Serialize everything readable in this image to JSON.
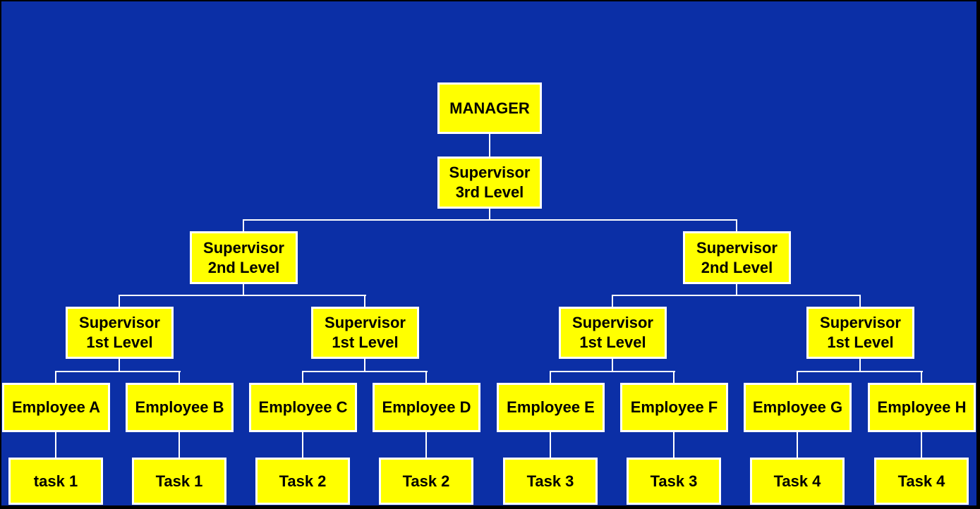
{
  "diagram": {
    "type": "org-chart",
    "colors": {
      "background": "#0B2FA6",
      "node_fill": "#FFFF00",
      "node_border": "#FFFFFF",
      "connector": "#FFFFFF",
      "text": "#000000",
      "frame": "#000000"
    },
    "nodes": {
      "manager": "MANAGER",
      "supervisor_level3": "Supervisor\n3rd Level",
      "supervisor_level2": [
        "Supervisor\n2nd Level",
        "Supervisor\n2nd Level"
      ],
      "supervisor_level1": [
        "Supervisor\n1st Level",
        "Supervisor\n1st Level",
        "Supervisor\n1st Level",
        "Supervisor\n1st Level"
      ],
      "employees": [
        "Employee A",
        "Employee B",
        "Employee C",
        "Employee D",
        "Employee E",
        "Employee F",
        "Employee G",
        "Employee H"
      ],
      "tasks": [
        "task 1",
        "Task 1",
        "Task 2",
        "Task 2",
        "Task 3",
        "Task 3",
        "Task 4",
        "Task 4"
      ]
    },
    "edges": [
      [
        "manager",
        "supervisor_level3"
      ],
      [
        "supervisor_level3",
        "supervisor_level2.0"
      ],
      [
        "supervisor_level3",
        "supervisor_level2.1"
      ],
      [
        "supervisor_level2.0",
        "supervisor_level1.0"
      ],
      [
        "supervisor_level2.0",
        "supervisor_level1.1"
      ],
      [
        "supervisor_level2.1",
        "supervisor_level1.2"
      ],
      [
        "supervisor_level2.1",
        "supervisor_level1.3"
      ],
      [
        "supervisor_level1.0",
        "employees.0"
      ],
      [
        "supervisor_level1.0",
        "employees.1"
      ],
      [
        "supervisor_level1.1",
        "employees.2"
      ],
      [
        "supervisor_level1.1",
        "employees.3"
      ],
      [
        "supervisor_level1.2",
        "employees.4"
      ],
      [
        "supervisor_level1.2",
        "employees.5"
      ],
      [
        "supervisor_level1.3",
        "employees.6"
      ],
      [
        "supervisor_level1.3",
        "employees.7"
      ],
      [
        "employees.0",
        "tasks.0"
      ],
      [
        "employees.1",
        "tasks.1"
      ],
      [
        "employees.2",
        "tasks.2"
      ],
      [
        "employees.3",
        "tasks.3"
      ],
      [
        "employees.4",
        "tasks.4"
      ],
      [
        "employees.5",
        "tasks.5"
      ],
      [
        "employees.6",
        "tasks.6"
      ],
      [
        "employees.7",
        "tasks.7"
      ]
    ]
  }
}
